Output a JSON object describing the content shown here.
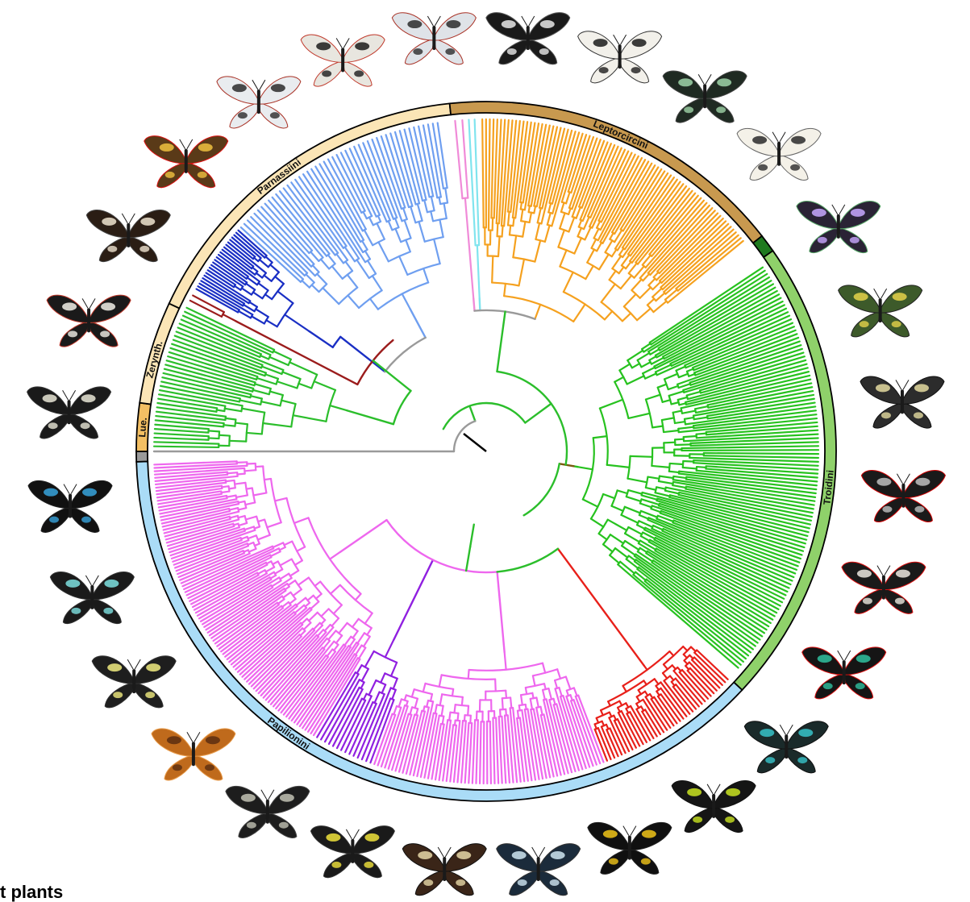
{
  "figure": {
    "clades": [
      {
        "key": "parnassiini",
        "label": "Parnassiini",
        "color": "#fbe5b6"
      },
      {
        "key": "leptorcircini",
        "label": "Leptorcircini",
        "color": "#c8994f"
      },
      {
        "key": "troidini",
        "label": "Troidini",
        "color": "#8fd16a"
      },
      {
        "key": "papilionini",
        "label": "Papilionini",
        "color": "#aadcf7"
      },
      {
        "key": "zerynthiini",
        "label": "Zerynth.",
        "color": "#fbe5b6"
      },
      {
        "key": "luehdorfiini",
        "label": "Lue.",
        "color": "#f3bf63"
      }
    ],
    "branch_colors": {
      "parnassius_light": "#6f9ff0",
      "parnassius_dark": "#1a2fc4",
      "archon": "#9b1c1c",
      "leptorcircini": "#f5a11f",
      "troidini": "#27c21f",
      "papilionini": "#ee67ee",
      "papilionini_purple": "#9020e0",
      "papilionini_red": "#e8201a",
      "outgroup": "#9a9a9a",
      "basal": "#2bbe2b",
      "baronia_pink": "#f08ad8",
      "baronia_cyan": "#80e4ee"
    },
    "butterfly_icons": [
      "parnassius-butterfly-icon",
      "apollo-butterfly-icon",
      "swallowtail-butterfly-icon",
      "zebra-swallowtail-icon",
      "kite-swallowtail-icon",
      "graphium-butterfly-icon",
      "dragontail-butterfly-icon",
      "jungle-queen-icon",
      "leaf-butterfly-icon",
      "lime-butterfly-icon",
      "rose-butterfly-icon",
      "cattleheart-icon",
      "emerald-swallowtail-icon",
      "birdwing-butterfly-icon",
      "green-birdwing-icon",
      "golden-birdwing-icon",
      "blue-swallowtail-icon",
      "tiger-swallowtail-icon",
      "giant-swallowtail-icon",
      "old-world-swallowtail-icon",
      "african-swallowtail-icon",
      "ulysses-butterfly-icon",
      "mocker-swallowtail-icon",
      "white-swallowtail-icon",
      "black-swallowtail-icon",
      "festoon-butterfly-icon",
      "clearwing-apollo-icon",
      "spotted-apollo-icon"
    ]
  },
  "footer_text": "t plants"
}
